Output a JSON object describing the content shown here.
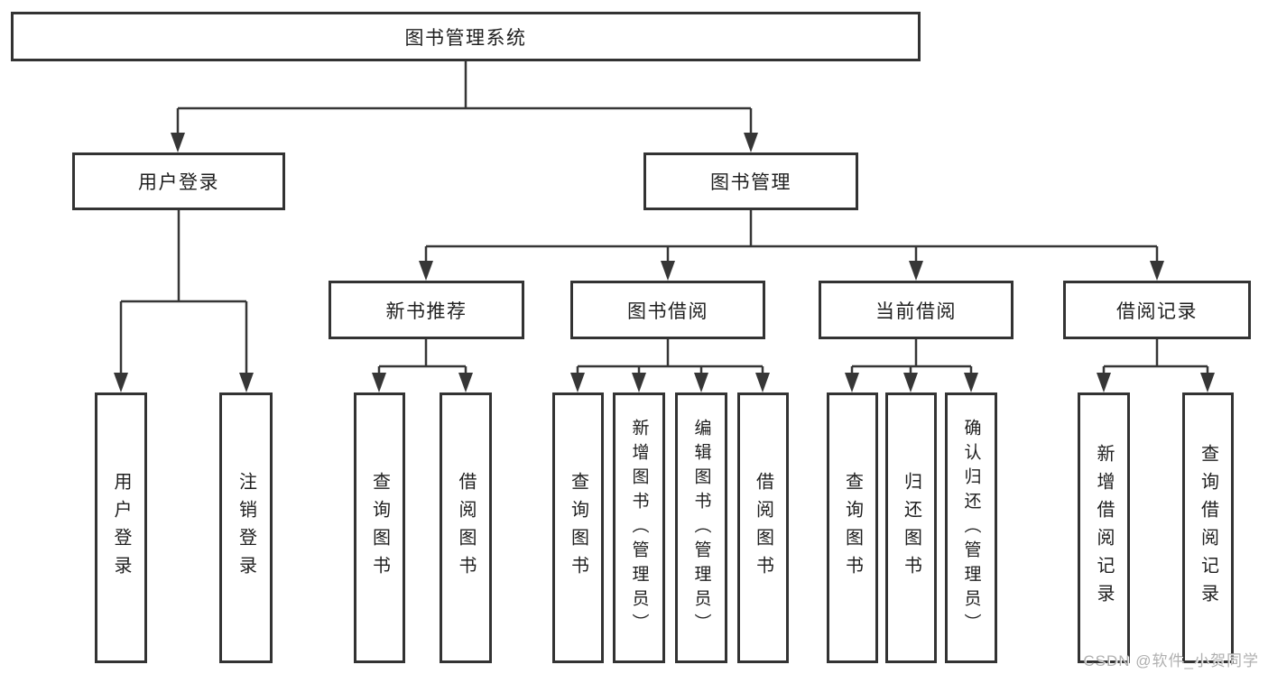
{
  "watermark": "CSDN @软件_小贺同学",
  "nodes": {
    "root": {
      "label": "图书管理系统"
    },
    "user_login": {
      "label": "用户登录"
    },
    "book_mgmt": {
      "label": "图书管理"
    },
    "new_book_rec": {
      "label": "新书推荐"
    },
    "book_borrow": {
      "label": "图书借阅"
    },
    "current_borrow": {
      "label": "当前借阅"
    },
    "borrow_records": {
      "label": "借阅记录"
    },
    "leaf_user_login": {
      "label": "用户登录"
    },
    "leaf_logout": {
      "label": "注销登录"
    },
    "leaf_rec_query": {
      "label": "查询图书"
    },
    "leaf_rec_borrow": {
      "label": "借阅图书"
    },
    "leaf_bb_query": {
      "label": "查询图书"
    },
    "leaf_bb_add": {
      "label": "新增图书（管理员）"
    },
    "leaf_bb_edit": {
      "label": "编辑图书（管理员）"
    },
    "leaf_bb_borrow": {
      "label": "借阅图书"
    },
    "leaf_cb_query": {
      "label": "查询图书"
    },
    "leaf_cb_return": {
      "label": "归还图书"
    },
    "leaf_cb_confirm": {
      "label": "确认归还（管理员）"
    },
    "leaf_br_add": {
      "label": "新增借阅记录"
    },
    "leaf_br_query": {
      "label": "查询借阅记录"
    }
  },
  "structure": {
    "图书管理系统": [
      "用户登录",
      "图书管理"
    ],
    "用户登录": [
      "用户登录",
      "注销登录"
    ],
    "图书管理": [
      "新书推荐",
      "图书借阅",
      "当前借阅",
      "借阅记录"
    ],
    "新书推荐": [
      "查询图书",
      "借阅图书"
    ],
    "图书借阅": [
      "查询图书",
      "新增图书（管理员）",
      "编辑图书（管理员）",
      "借阅图书"
    ],
    "当前借阅": [
      "查询图书",
      "归还图书",
      "确认归还（管理员）"
    ],
    "借阅记录": [
      "新增借阅记录",
      "查询借阅记录"
    ]
  },
  "colors": {
    "line": "#363636",
    "box_border": "#333333",
    "text": "#1f1f1f",
    "watermark": "#b0b0b0",
    "background": "#ffffff"
  }
}
